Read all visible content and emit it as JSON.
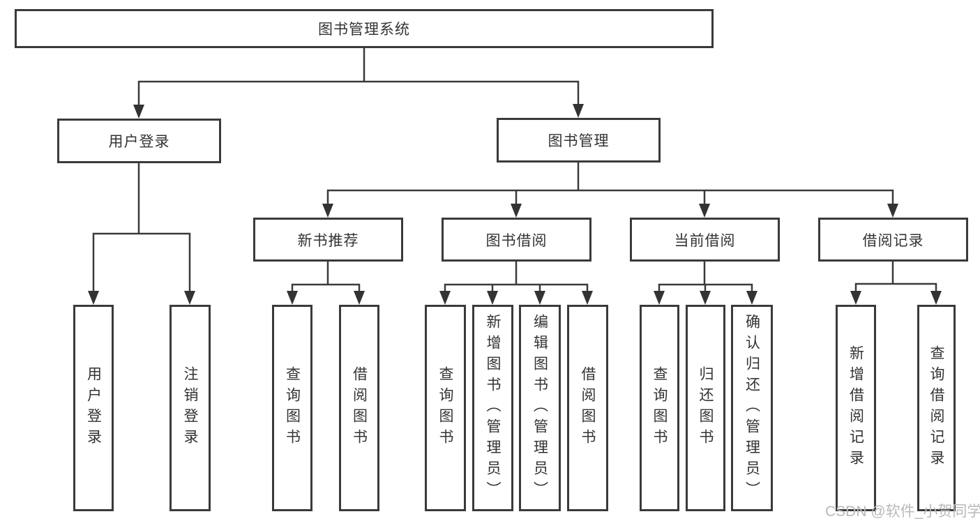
{
  "diagram": {
    "root": {
      "label": "图书管理系统"
    },
    "level2": [
      {
        "label": "用户登录"
      },
      {
        "label": "图书管理"
      }
    ],
    "level3": [
      {
        "label": "新书推荐"
      },
      {
        "label": "图书借阅"
      },
      {
        "label": "当前借阅"
      },
      {
        "label": "借阅记录"
      }
    ],
    "leaves": [
      {
        "label": "用户登录"
      },
      {
        "label": "注销登录"
      },
      {
        "label": "查询图书"
      },
      {
        "label": "借阅图书"
      },
      {
        "label": "查询图书"
      },
      {
        "label": "新增图书（管理员）"
      },
      {
        "label": "编辑图书（管理员）"
      },
      {
        "label": "借阅图书"
      },
      {
        "label": "查询图书"
      },
      {
        "label": "归还图书"
      },
      {
        "label": "确认归还（管理员）"
      },
      {
        "label": "新增借阅记录"
      },
      {
        "label": "查询借阅记录"
      }
    ],
    "watermark": "CSDN @软件_小贺同学",
    "colors": {
      "line": "#3a3a3a",
      "text": "#333333",
      "background": "#ffffff",
      "watermark": "#b9b9b9"
    }
  }
}
